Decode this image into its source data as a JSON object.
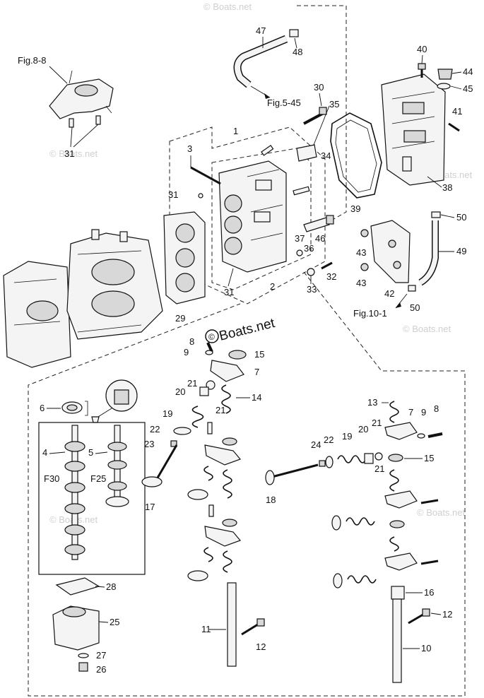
{
  "brand": {
    "watermark": "© Boats.net",
    "watermark_main": "Boats.net"
  },
  "figure_refs": {
    "fig_8_8": "Fig.8-8",
    "fig_5_45": "Fig.5-45",
    "fig_10_1": "Fig.10-1"
  },
  "variants": {
    "f30": "F30",
    "f25": "F25"
  },
  "callouts": {
    "p1": "1",
    "p2": "2",
    "p3": "3",
    "p4": "4",
    "p5": "5",
    "p6": "6",
    "p7a": "7",
    "p7b": "7",
    "p8a": "8",
    "p8b": "8",
    "p9a": "9",
    "p9b": "9",
    "p10": "10",
    "p11": "11",
    "p12a": "12",
    "p12b": "12",
    "p13": "13",
    "p14": "14",
    "p15a": "15",
    "p15b": "15",
    "p16": "16",
    "p17": "17",
    "p18": "18",
    "p19a": "19",
    "p19b": "19",
    "p20a": "20",
    "p20b": "20",
    "p21a": "21",
    "p21b": "21",
    "p21c": "21",
    "p21d": "21",
    "p22a": "22",
    "p22b": "22",
    "p23": "23",
    "p24": "24",
    "p25": "25",
    "p26": "26",
    "p27": "27",
    "p28": "28",
    "p29": "29",
    "p30": "30",
    "p31a": "31",
    "p31b": "31",
    "p31c": "31",
    "p32": "32",
    "p33": "33",
    "p34": "34",
    "p35": "35",
    "p36": "36",
    "p37": "37",
    "p38": "38",
    "p39": "39",
    "p40": "40",
    "p41": "41",
    "p42": "42",
    "p43a": "43",
    "p43b": "43",
    "p44": "44",
    "p45": "45",
    "p46": "46",
    "p47": "47",
    "p48": "48",
    "p49": "49",
    "p50a": "50",
    "p50b": "50"
  }
}
